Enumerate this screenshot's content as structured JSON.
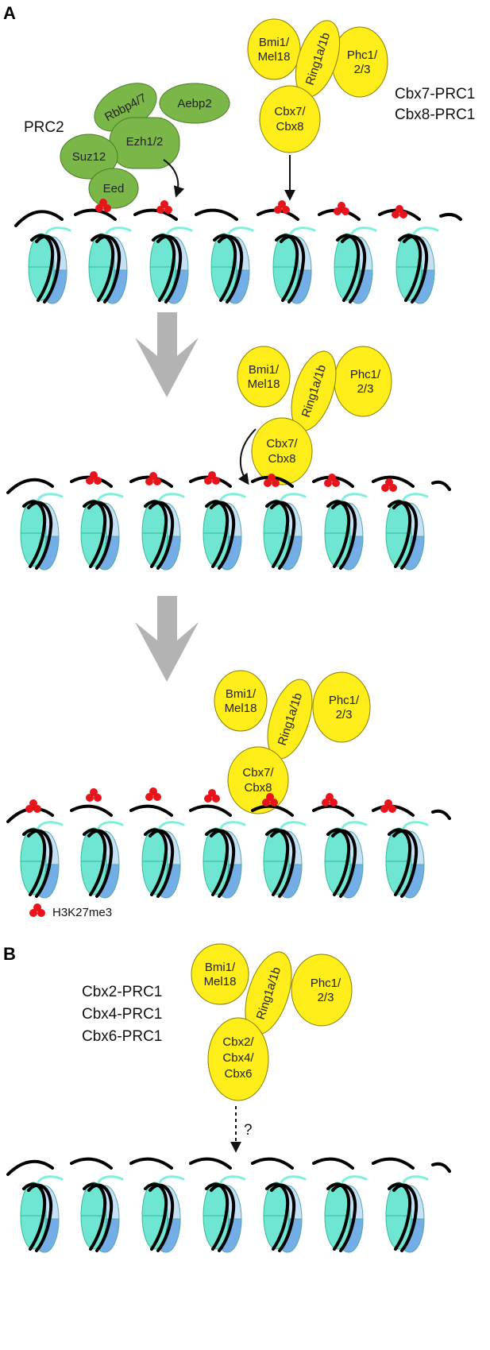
{
  "panels": {
    "a": "A",
    "b": "B"
  },
  "prc2": {
    "label": "PRC2",
    "subunits": {
      "rbbp": "Rbbp4/7",
      "aebp": "Aebp2",
      "ezh": "Ezh1/2",
      "suz": "Suz12",
      "eed": "Eed"
    }
  },
  "prc1_canonical": {
    "labels": [
      "Cbx7-PRC1",
      "Cbx8-PRC1"
    ],
    "bmi": [
      "Bmi1/",
      "Mel18"
    ],
    "ring": "Ring1a/1b",
    "phc": [
      "Phc1/",
      "2/3"
    ],
    "cbx": [
      "Cbx7/",
      "Cbx8"
    ]
  },
  "prc1_other": {
    "labels": [
      "Cbx2-PRC1",
      "Cbx4-PRC1",
      "Cbx6-PRC1"
    ],
    "cbx": [
      "Cbx2/",
      "Cbx4/",
      "Cbx6"
    ],
    "question": "?"
  },
  "legend": {
    "mark": "H3K27me3"
  },
  "colors": {
    "prc2_green": "#7ab648",
    "prc1_yellow": "#ffee1a",
    "histone_cyan": "#6fe6d2",
    "histone_blue": "#74aee6",
    "mark_red": "#e8141c",
    "flow_arrow": "#b3b3b3"
  }
}
